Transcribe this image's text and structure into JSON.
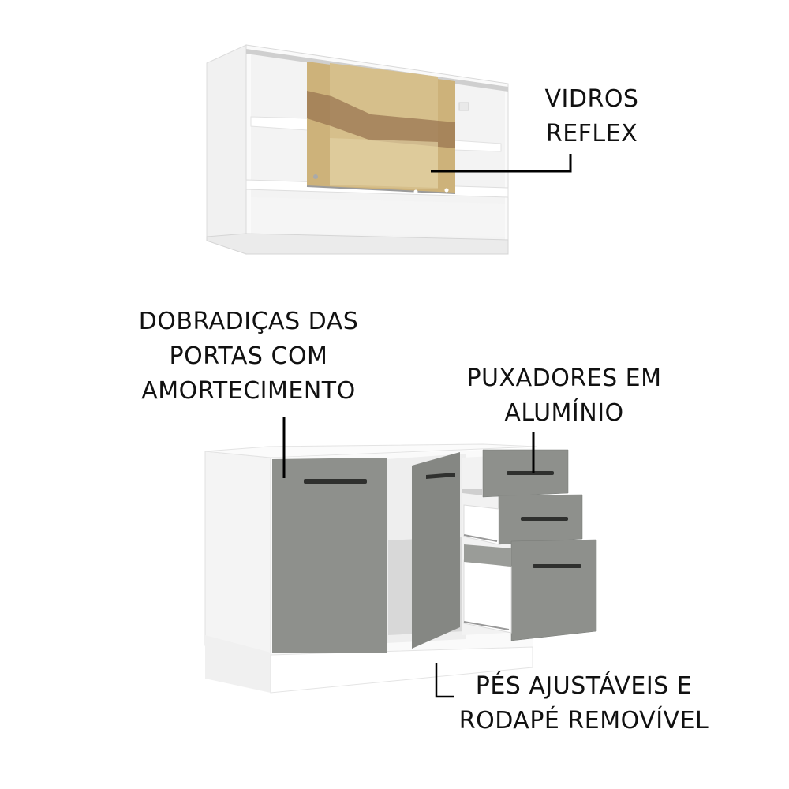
{
  "image": {
    "subject": "kitchen-cabinet-set",
    "background_color": "#ffffff"
  },
  "colors": {
    "cabinet_body": "#ffffff",
    "cabinet_shade": "#e6e6e6",
    "door_gray": "#8e908c",
    "door_gray_dark": "#7f817d",
    "handle": "#2f302e",
    "glass_tint": "#c9ad72",
    "glass_brown": "#8b6a4a",
    "callout_line": "#000000",
    "text": "#111111"
  },
  "callouts": {
    "glass": {
      "lines": [
        "VIDROS",
        "REFLEX"
      ]
    },
    "hinges": {
      "lines": [
        "DOBRADIÇAS DAS",
        "PORTAS COM",
        "AMORTECIMENTO"
      ]
    },
    "handles": {
      "lines": [
        "PUXADORES EM",
        "ALUMÍNIO"
      ]
    },
    "feet": {
      "lines": [
        "PÉS AJUSTÁVEIS E",
        "RODAPÉ REMOVÍVEL"
      ]
    }
  },
  "products": {
    "upper_cabinet": {
      "type": "wall-cabinet",
      "doors": "sliding-glass",
      "shelves": 3
    },
    "lower_cabinet": {
      "type": "base-cabinet",
      "doors": 2,
      "drawers": 3
    }
  }
}
